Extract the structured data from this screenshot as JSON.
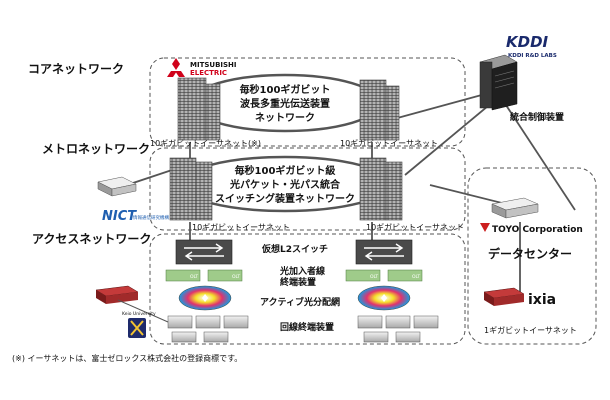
{
  "sections": {
    "core": "コアネットワーク",
    "metro": "メトロネットワーク",
    "access": "アクセスネットワーク",
    "datacenter": "データセンター"
  },
  "core_network_label": [
    "毎秒100ギガビット",
    "波長多重光伝送装置",
    "ネットワーク"
  ],
  "metro_network_label": [
    "毎秒100ギガビット級",
    "光パケット・光パス統合",
    "スイッチング装置ネットワーク"
  ],
  "links": {
    "core_left": "10ギガビットイーサネット(※)",
    "core_right": "10ギガビットイーサネット",
    "metro_left": "10ギガビットイーサネット",
    "metro_right": "10ギガビットイーサネット",
    "datacenter": "1ギガビットイーサネット"
  },
  "access_labels": {
    "virtual_l2": "仮想L2スイッチ",
    "olt": [
      "光加入者線",
      "終端装置"
    ],
    "splitter": "アクティブ光分配網",
    "onu": "回線終端装置",
    "olt_tag": "OLT"
  },
  "integrated_controller": "統合制御装置",
  "logos": {
    "mitsubishi": [
      "MITSUBISHI",
      "ELECTRIC"
    ],
    "kddi": "KDDI",
    "kddi_labs": "KDDI R&D LABS",
    "nict": "NICT",
    "nict_sub": "情報通信研究機構",
    "toyo": "TOYO Corporation",
    "keio": "Keio University",
    "ixia": "ixia"
  },
  "footnote": "(※) イーサネットは、富士ゼロックス株式会社の登録商標です。",
  "colors": {
    "mitsubishi_red": "#d0021b",
    "kddi_navy": "#1a2a6c",
    "nict_blue": "#1f5fb0",
    "toyo_red": "#cc1f1f",
    "ixia_red": "#b3121e",
    "keio_navy": "#1e2a6b",
    "green_device": "#9fcb8a",
    "dashed_border": "#555555"
  }
}
